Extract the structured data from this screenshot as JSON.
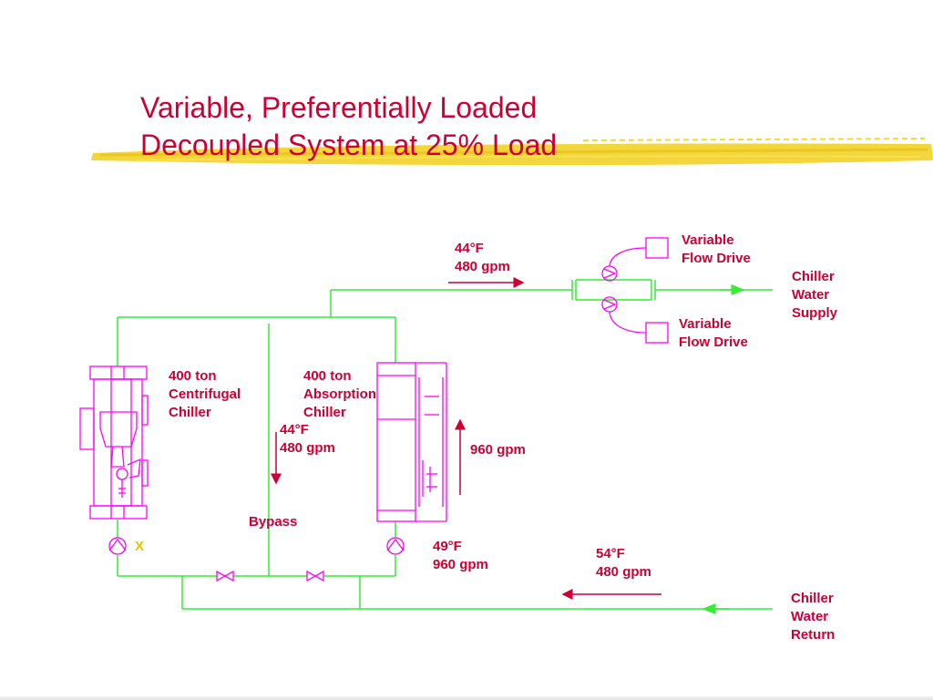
{
  "slide": {
    "title": [
      "Variable, Preferentially Loaded",
      "Decoupled System at 25% Load"
    ]
  },
  "labels": {
    "vfd_top": [
      "Variable",
      "Flow Drive"
    ],
    "vfd_bottom": [
      "Variable",
      "Flow Drive"
    ],
    "supply_flow": [
      "44°F",
      "480 gpm"
    ],
    "chiller_water_supply": [
      "Chiller",
      "Water",
      "Supply"
    ],
    "centrifugal_chiller": [
      "400 ton",
      "Centrifugal",
      "Chiller"
    ],
    "absorption_chiller": [
      "400 ton",
      "Absorption",
      "Chiller"
    ],
    "bypass_flow": [
      "44°F",
      "480 gpm"
    ],
    "absorption_loop_flow": "960 gpm",
    "bypass": "Bypass",
    "pump_off_marker": "X",
    "absorption_return_flow": [
      "49°F",
      "960 gpm"
    ],
    "return_flow": [
      "54°F",
      "480 gpm"
    ],
    "chiller_water_return": [
      "Chiller",
      "Water",
      "Return"
    ]
  },
  "colors": {
    "title": "#cc0033",
    "labels": "#cc0033",
    "pipe": "#33ee33",
    "equipment": "#ff00ff",
    "flow_arrow": "#cc0033",
    "highlighter": "#f2d22a",
    "off_marker": "#e6c200"
  }
}
